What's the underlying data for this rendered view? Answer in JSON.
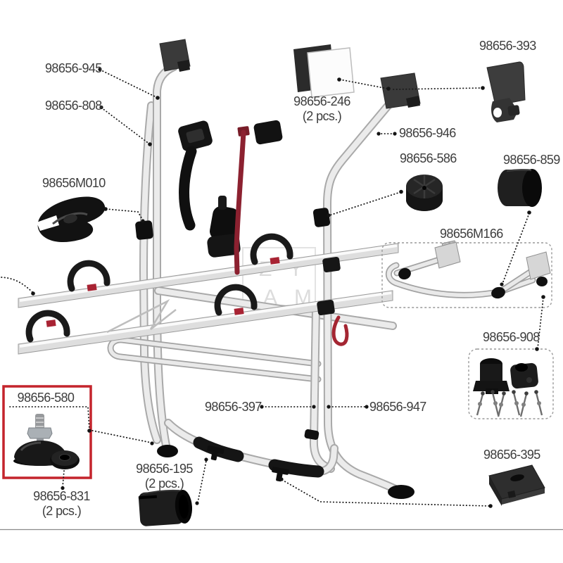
{
  "diagram": {
    "type": "exploded-parts-diagram",
    "subject": "rear-mounted bike carrier rack",
    "highlighted_part": "98656-580"
  },
  "watermark": {
    "line1": "ZY",
    "line2": "AM"
  },
  "colors": {
    "highlight_box": "#c4242c",
    "strap_red": "#8c2130",
    "holder_red": "#a82333",
    "label_text": "#3d3d3d"
  },
  "parts": {
    "p945": {
      "id": "98656-945"
    },
    "p808": {
      "id": "98656-808"
    },
    "m010": {
      "id": "98656M010"
    },
    "p246": {
      "id": "98656-246",
      "qty": "(2 pcs.)"
    },
    "p393": {
      "id": "98656-393"
    },
    "p946": {
      "id": "98656-946"
    },
    "p586": {
      "id": "98656-586"
    },
    "p859": {
      "id": "98656-859"
    },
    "m166": {
      "id": "98656M166"
    },
    "p908": {
      "id": "98656-908"
    },
    "p580": {
      "id": "98656-580"
    },
    "p831": {
      "id": "98656-831",
      "qty": "(2 pcs.)"
    },
    "p195": {
      "id": "98656-195",
      "qty": "(2 pcs.)"
    },
    "p397": {
      "id": "98656-397"
    },
    "p947": {
      "id": "98656-947"
    },
    "p395": {
      "id": "98656-395"
    }
  }
}
